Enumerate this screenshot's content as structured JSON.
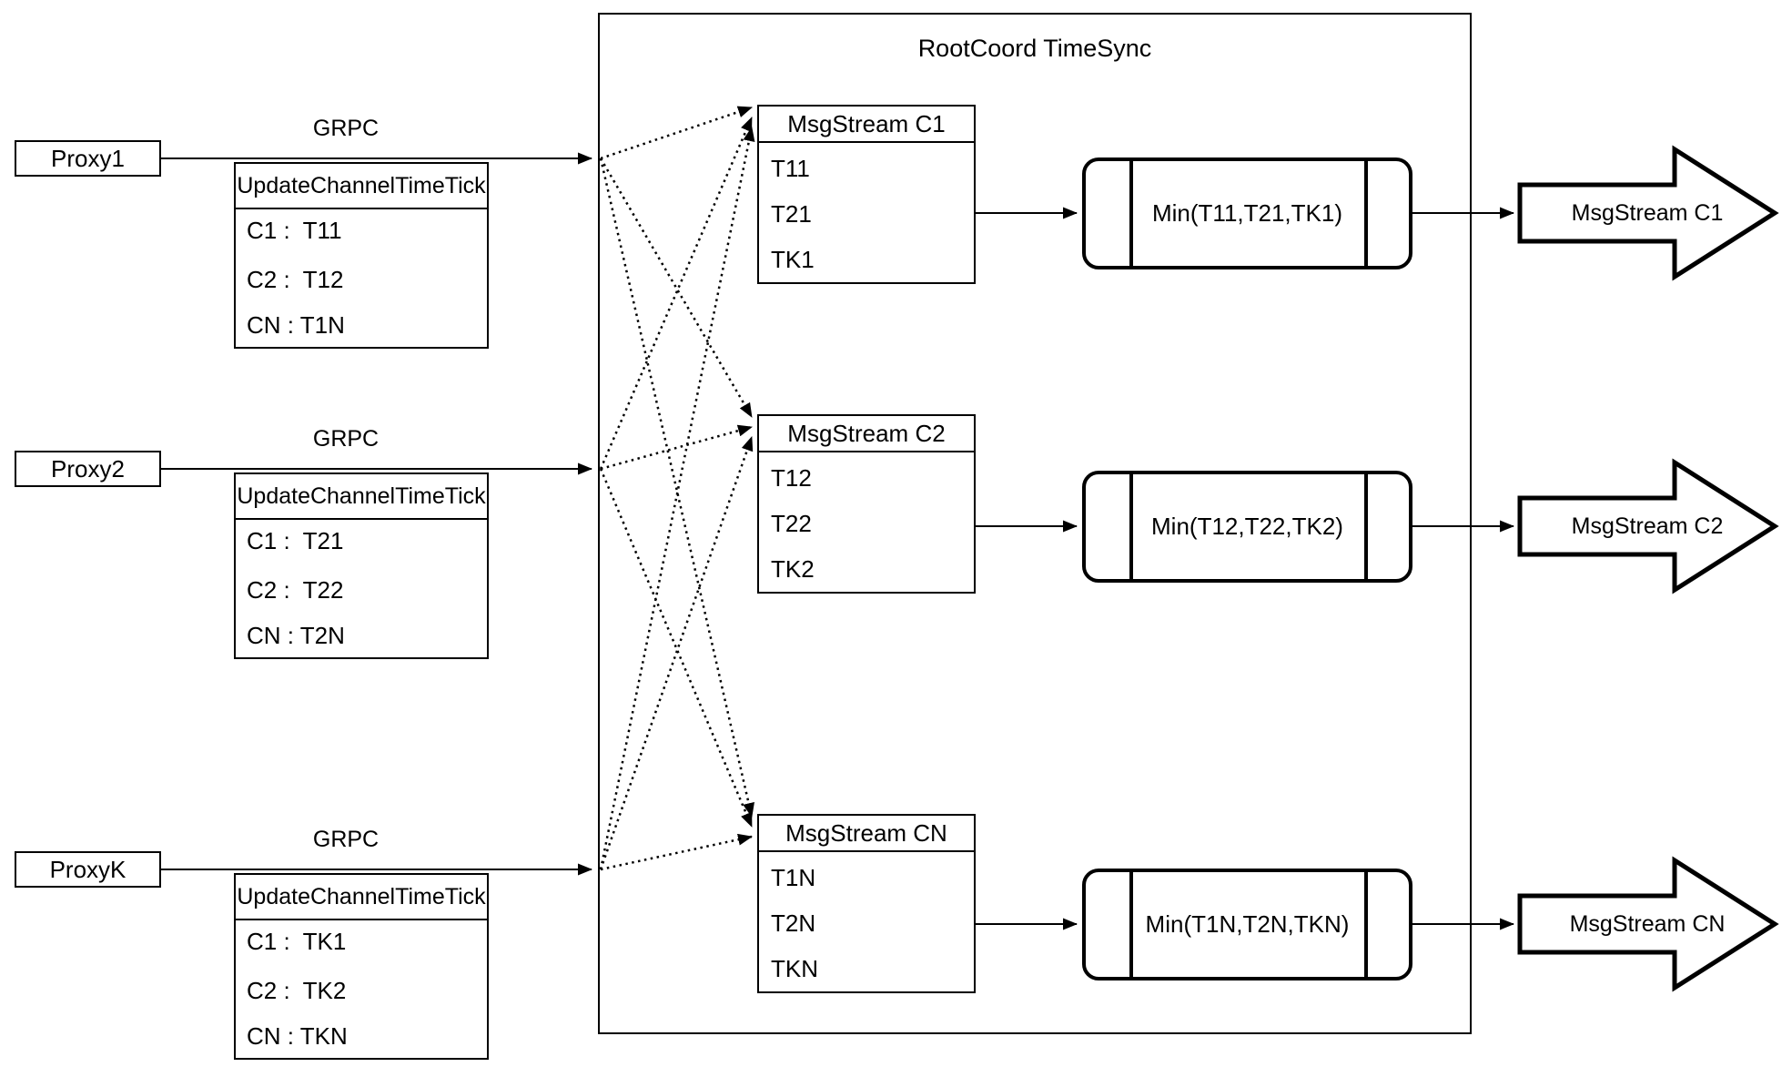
{
  "canvas": {
    "background": "#ffffff",
    "line_color": "#000000"
  },
  "root_container": {
    "title": "RootCoord TimeSync"
  },
  "proxies": [
    {
      "label": "Proxy1",
      "grpc_label": "GRPC",
      "message": {
        "title": "UpdateChannelTimeTick",
        "rows": [
          "C1 :  T11",
          "C2 :  T12",
          "CN : T1N"
        ]
      }
    },
    {
      "label": "Proxy2",
      "grpc_label": "GRPC",
      "message": {
        "title": "UpdateChannelTimeTick",
        "rows": [
          "C1 :  T21",
          "C2 :  T22",
          "CN : T2N"
        ]
      }
    },
    {
      "label": "ProxyK",
      "grpc_label": "GRPC",
      "message": {
        "title": "UpdateChannelTimeTick",
        "rows": [
          "C1 :  TK1",
          "C2 :  TK2",
          "CN : TKN"
        ]
      }
    }
  ],
  "streams": [
    {
      "title": "MsgStream C1",
      "ticks": [
        "T11",
        "T21",
        "TK1"
      ],
      "min_label": "Min(T11,T21,TK1)",
      "output_label": "MsgStream C1"
    },
    {
      "title": "MsgStream C2",
      "ticks": [
        "T12",
        "T22",
        "TK2"
      ],
      "min_label": "Min(T12,T22,TK2)",
      "output_label": "MsgStream C2"
    },
    {
      "title": "MsgStream CN",
      "ticks": [
        "T1N",
        "T2N",
        "TKN"
      ],
      "min_label": "Min(T1N,T2N,TKN)",
      "output_label": "MsgStream CN"
    }
  ]
}
